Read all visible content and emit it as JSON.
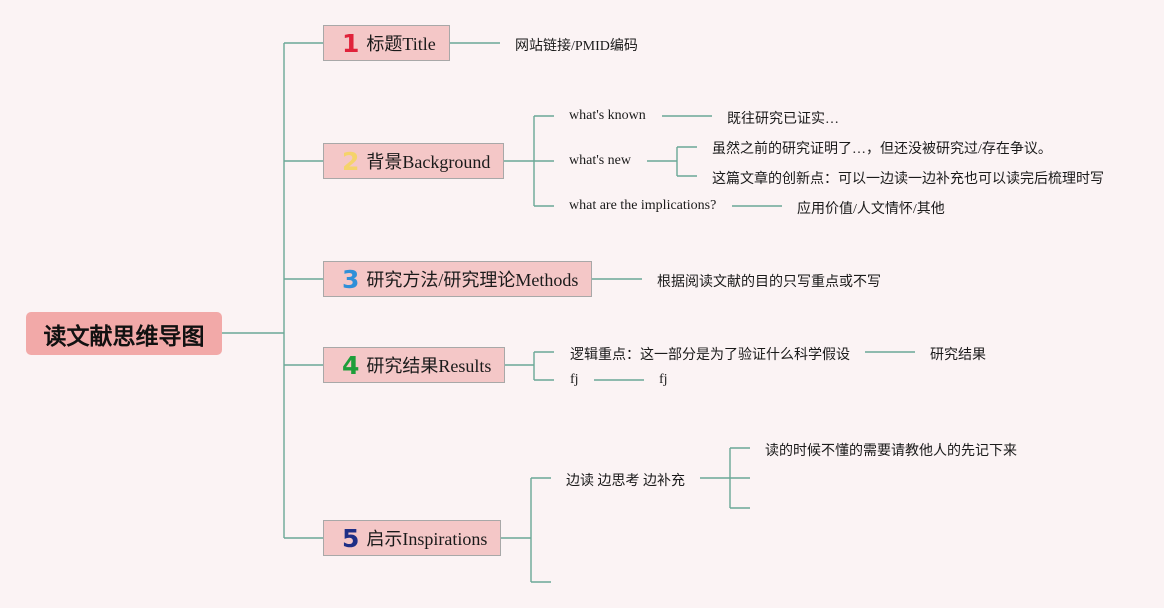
{
  "root": {
    "label": "读文献思维导图"
  },
  "branches": [
    {
      "num": "1",
      "num_color": "#e0223a",
      "label": "标题Title",
      "children": [
        {
          "label": "网站链接/PMID编码"
        }
      ]
    },
    {
      "num": "2",
      "num_color": "#f5d36b",
      "label": "背景Background",
      "children": [
        {
          "label": "what's known",
          "children": [
            {
              "label": "既往研究已证实…"
            }
          ]
        },
        {
          "label": "what's new",
          "children": [
            {
              "label": "虽然之前的研究证明了…，但还没被研究过/存在争议。"
            },
            {
              "label": "这篇文章的创新点：可以一边读一边补充也可以读完后梳理时写"
            }
          ]
        },
        {
          "label": "what are the implications?",
          "children": [
            {
              "label": "应用价值/人文情怀/其他"
            }
          ]
        }
      ]
    },
    {
      "num": "3",
      "num_color": "#2f8fd8",
      "label": "研究方法/研究理论Methods",
      "children": [
        {
          "label": "根据阅读文献的目的只写重点或不写"
        }
      ]
    },
    {
      "num": "4",
      "num_color": "#1e9e3a",
      "label": "研究结果Results",
      "children": [
        {
          "label": "逻辑重点：这一部分是为了验证什么科学假设",
          "children": [
            {
              "label": "研究结果"
            }
          ]
        },
        {
          "label": "fj",
          "children": [
            {
              "label": "fj"
            }
          ]
        }
      ]
    },
    {
      "num": "5",
      "num_color": "#1f2f86",
      "label": "启示Inspirations",
      "children": [
        {
          "label": "边读 边思考 边补充",
          "children": [
            {
              "label": "读的时候不懂的需要请教他人的先记下来"
            },
            {
              "label": ""
            },
            {
              "label": ""
            }
          ]
        },
        {
          "label": ""
        }
      ]
    }
  ]
}
